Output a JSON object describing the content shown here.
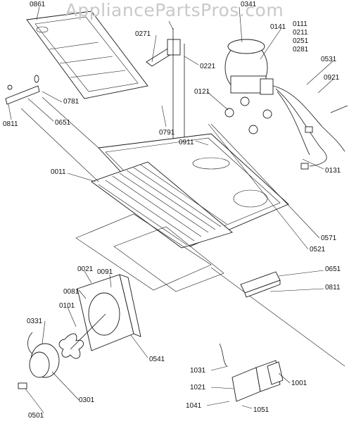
{
  "watermark": "AppliancePartsPros.com",
  "callouts": {
    "c0861": "0861",
    "c0271": "0271",
    "c0221": "0221",
    "c0341": "0341",
    "c0141": "0141",
    "c0111": "0111",
    "c0211": "0211",
    "c0251": "0251",
    "c0281": "0281",
    "c0531": "0531",
    "c0921": "0921",
    "c0811_top": "0811",
    "c0781": "0781",
    "c0651_top": "0651",
    "c0121": "0121",
    "c0791": "0791",
    "c0911": "0911",
    "c0131": "0131",
    "c0011": "0011",
    "c0571": "0571",
    "c0521": "0521",
    "c0651_bot": "0651",
    "c0811_bot": "0811",
    "c0021": "0021",
    "c0091": "0091",
    "c0081": "0081",
    "c0101": "0101",
    "c0331": "0331",
    "c0541": "0541",
    "c0301": "0301",
    "c0501": "0501",
    "c1031": "1031",
    "c1021": "1021",
    "c1001": "1001",
    "c1041": "1041",
    "c1051": "1051"
  }
}
